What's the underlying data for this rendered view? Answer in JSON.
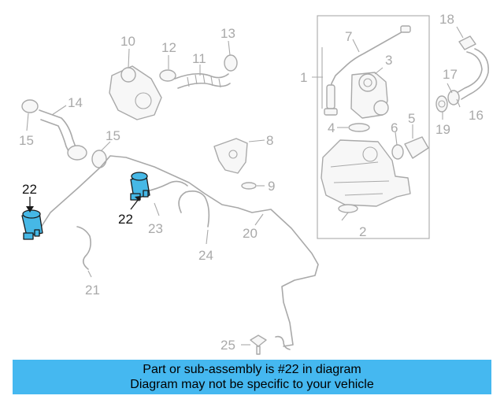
{
  "highlighted_part": "22",
  "callouts": {
    "c1": "1",
    "c2": "2",
    "c3": "3",
    "c4": "4",
    "c5": "5",
    "c6": "6",
    "c7": "7",
    "c8": "8",
    "c9": "9",
    "c10": "10",
    "c11": "11",
    "c12": "12",
    "c13": "13",
    "c14": "14",
    "c15a": "15",
    "c15b": "15",
    "c16": "16",
    "c17": "17",
    "c18": "18",
    "c19": "19",
    "c20": "20",
    "c21": "21",
    "c22a": "22",
    "c22b": "22",
    "c23": "23",
    "c24": "24",
    "c25": "25"
  },
  "banner": {
    "line1": "Part or sub-assembly is #22 in diagram",
    "line2": "Diagram may not be specific to your vehicle"
  },
  "colors": {
    "highlight": "#46b8e6",
    "banner": "#45b8f0",
    "line_art": "#a9a9a9"
  }
}
